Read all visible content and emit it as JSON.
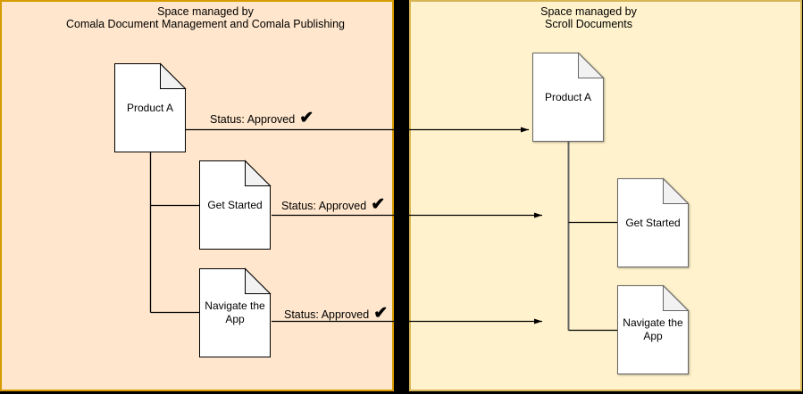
{
  "left_panel": {
    "title_line1": "Space managed by",
    "title_line2": "Comala Document Management and Comala Publishing",
    "fill_color": "#FFE6CC",
    "border_color": "#D79B00",
    "documents": [
      {
        "label": "Product A"
      },
      {
        "label": "Get Started"
      },
      {
        "label": "Navigate the App"
      }
    ]
  },
  "right_panel": {
    "title_line1": "Space managed by",
    "title_line2": "Scroll Documents",
    "fill_color": "#FFF2CC",
    "border_color": "#D6B656",
    "documents": [
      {
        "label": "Product A"
      },
      {
        "label": "Get Started"
      },
      {
        "label": "Navigate the App"
      }
    ]
  },
  "divider_color": "#000000",
  "status_labels": [
    {
      "text": "Status: Approved",
      "check": "✔"
    },
    {
      "text": "Status: Approved",
      "check": "✔"
    },
    {
      "text": "Status: Approved",
      "check": "✔"
    }
  ]
}
